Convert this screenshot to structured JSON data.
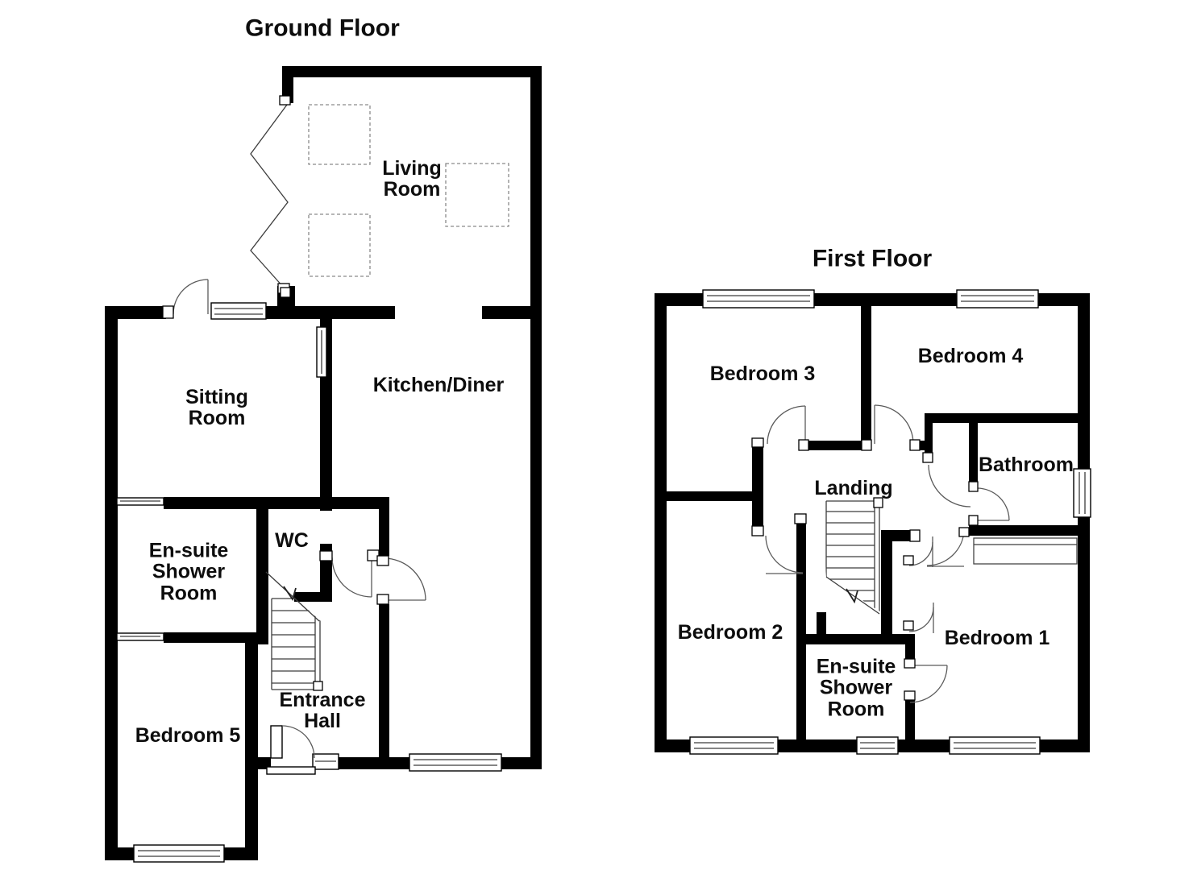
{
  "colors": {
    "wall": "#000000",
    "background": "#ffffff",
    "thin_line": "#3c3c3c",
    "door_arc": "#5a5a5a",
    "dashed_outline": "#8a8a8a"
  },
  "floors": [
    {
      "title": "Ground Floor",
      "rooms": [
        {
          "name": "Living Room"
        },
        {
          "name": "Sitting Room"
        },
        {
          "name": "Kitchen/Diner"
        },
        {
          "name": "WC"
        },
        {
          "name": "En-suite Shower Room"
        },
        {
          "name": "Entrance Hall"
        },
        {
          "name": "Bedroom 5"
        }
      ]
    },
    {
      "title": "First Floor",
      "rooms": [
        {
          "name": "Bedroom 3"
        },
        {
          "name": "Bedroom 4"
        },
        {
          "name": "Bathroom"
        },
        {
          "name": "Landing"
        },
        {
          "name": "Bedroom 2"
        },
        {
          "name": "Bedroom 1"
        },
        {
          "name": "En-suite Shower Room"
        }
      ]
    }
  ]
}
